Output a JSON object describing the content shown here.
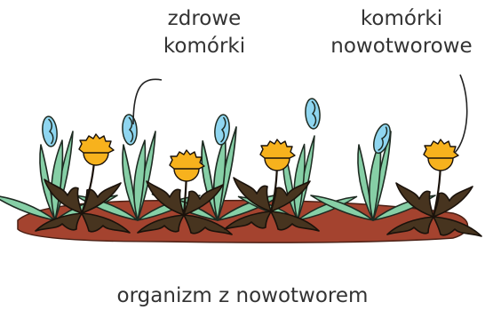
{
  "labels": {
    "healthy_line1": "zdrowe",
    "healthy_line2": "komórki",
    "cancer_line1": "komórki",
    "cancer_line2": "nowotworowe",
    "caption": "organizm z nowotworem"
  },
  "colors": {
    "soil": "#a4432f",
    "leaf": "#86cfa6",
    "leaf_stroke": "#1e2b22",
    "flower_bud": "#8fd6f0",
    "dandelion_yellow": "#f7b21d",
    "dandelion_leaf": "#47341f",
    "text": "#333333"
  },
  "icons": [
    "healthy-plant-icon",
    "dandelion-weed-icon"
  ]
}
